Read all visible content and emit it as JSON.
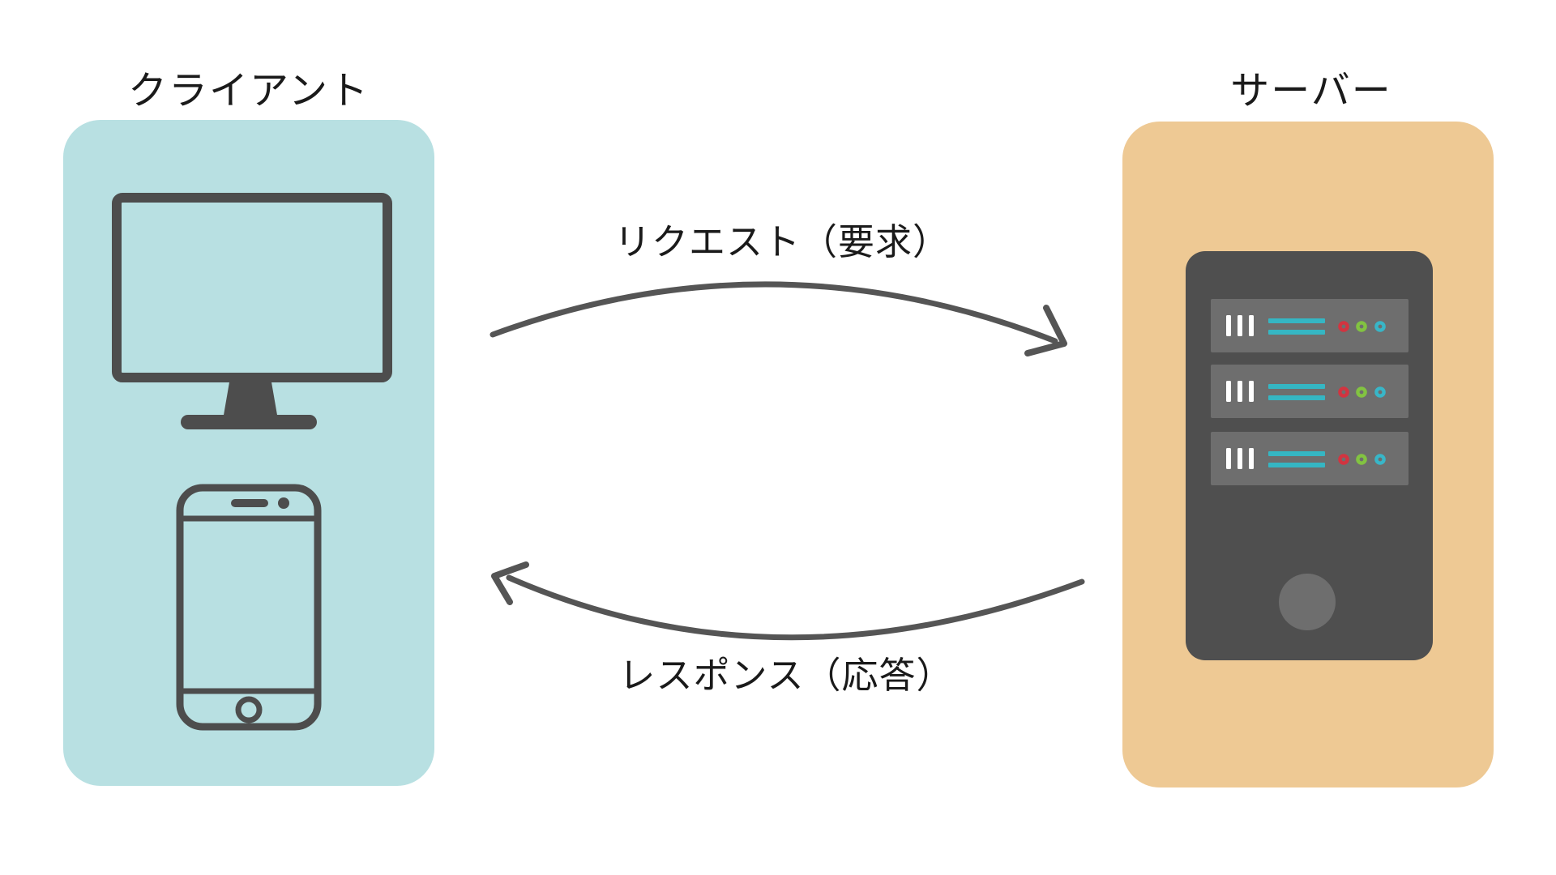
{
  "diagram": {
    "client": {
      "label": "クライアント"
    },
    "server": {
      "label": "サーバー"
    },
    "request": {
      "label": "リクエスト（要求）"
    },
    "response": {
      "label": "レスポンス（応答）"
    }
  },
  "colors": {
    "background": "#ffffff",
    "client_box": "#b8e0e2",
    "server_box": "#eec994",
    "icon_dark": "#4d4d4d",
    "server_body": "#4f4f4f",
    "server_slot": "#6e6e6e",
    "slot_bar_white": "#ffffff",
    "accent_teal": "#35b6c3",
    "led_red": "#d23440",
    "led_green": "#82c341",
    "led_cyan": "#38b6c8",
    "arrow": "#555555",
    "text": "#1a1a1a"
  }
}
